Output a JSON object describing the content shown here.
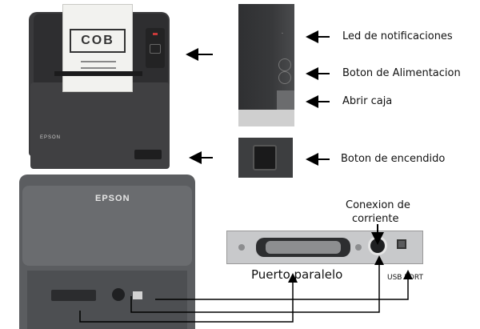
{
  "printer": {
    "brand": "EPSON",
    "paper_logo": "COB"
  },
  "labels": {
    "led": "Led de notificaciones",
    "power_button": "Boton de Alimentacion",
    "open_drawer": "Abrir caja",
    "on_switch": "Boton de encendido",
    "power_connection_line1": "Conexion de",
    "power_connection_line2": "corriente",
    "parallel_port": "Puerto paralelo",
    "usb_port": "USB PORT"
  },
  "icons": [
    "arrow-left-icon",
    "arrow-up-icon",
    "printer-image",
    "parallel-connector-icon",
    "power-connector-icon",
    "usb-connector-icon"
  ]
}
